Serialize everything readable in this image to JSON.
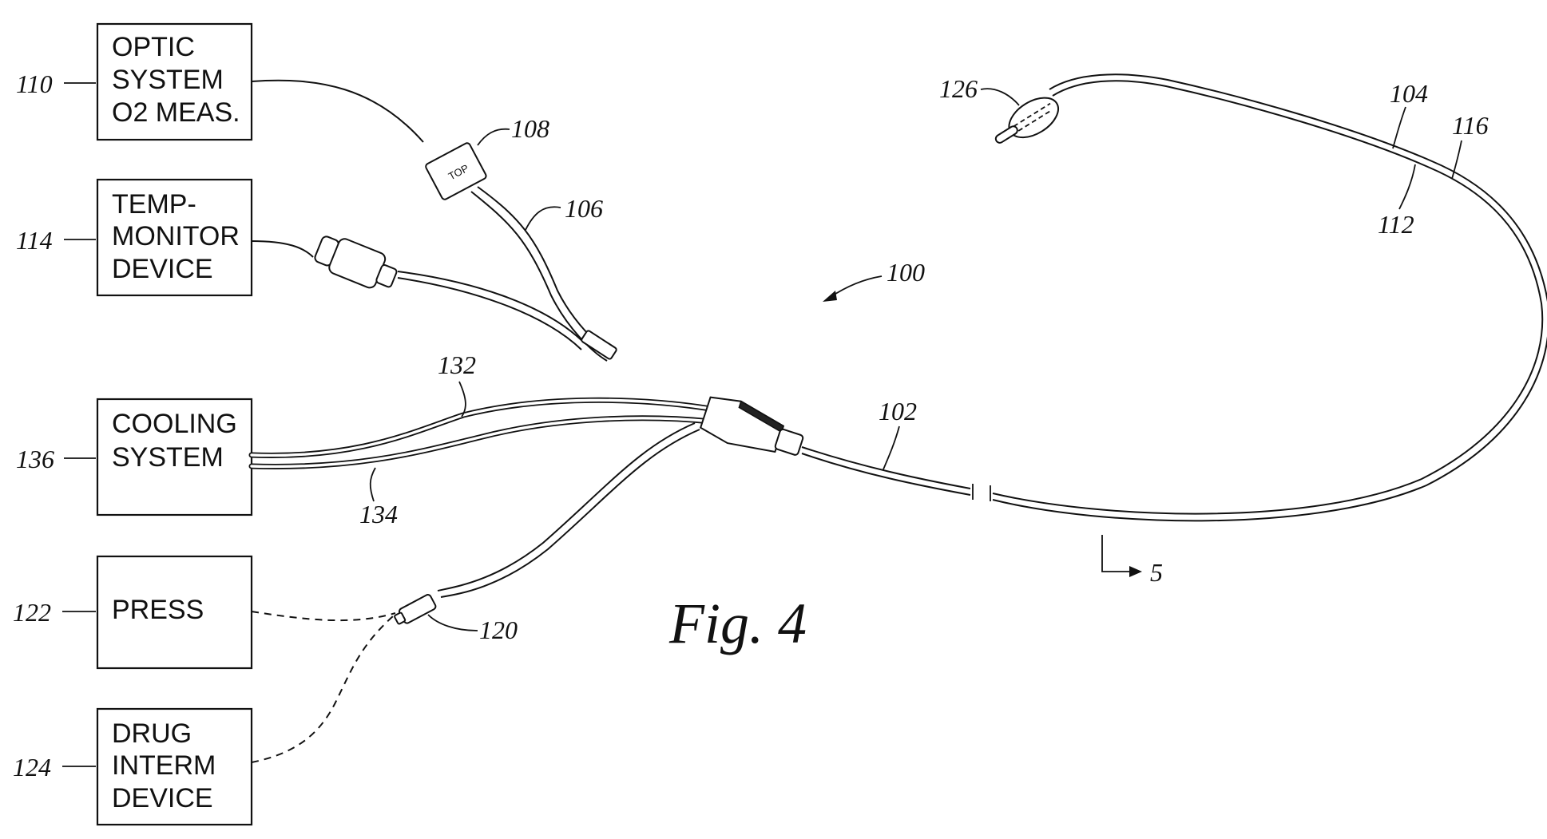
{
  "figure": {
    "title": "Fig. 4"
  },
  "boxes": {
    "optic": {
      "lines": [
        "OPTIC",
        "SYSTEM",
        "O2 MEAS."
      ]
    },
    "temp": {
      "lines": [
        "TEMP-",
        "MONITOR",
        "DEVICE"
      ]
    },
    "cooling": {
      "lines": [
        "COOLING",
        "SYSTEM"
      ]
    },
    "press": {
      "lines": [
        "PRESS"
      ]
    },
    "drug": {
      "lines": [
        "DRUG",
        "INTERM",
        "DEVICE"
      ]
    }
  },
  "refs": {
    "r100": "100",
    "r102": "102",
    "r104": "104",
    "r106": "106",
    "r108": "108",
    "r110": "110",
    "r112": "112",
    "r114": "114",
    "r116": "116",
    "r120": "120",
    "r122": "122",
    "r124": "124",
    "r126": "126",
    "r132": "132",
    "r134": "134",
    "r136": "136",
    "r5": "5"
  },
  "connector_label": "TOP"
}
